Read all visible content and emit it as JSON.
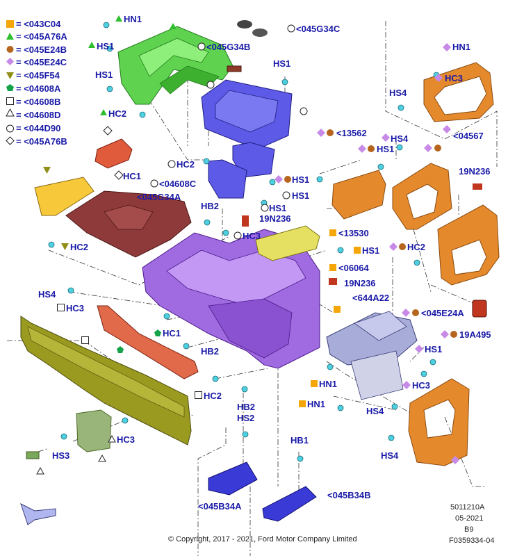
{
  "legend": [
    {
      "symbol": "square-orange",
      "text": "= <043C04"
    },
    {
      "symbol": "triangle-green",
      "text": "= <045A76A"
    },
    {
      "symbol": "circle-brown",
      "text": "= <045E24B"
    },
    {
      "symbol": "diamond-violet",
      "text": "= <045E24C"
    },
    {
      "symbol": "triangle-down-olive",
      "text": "= <045F54"
    },
    {
      "symbol": "pentagon-green",
      "text": "= <04608A"
    },
    {
      "symbol": "square-open",
      "text": "= <04608B"
    },
    {
      "symbol": "triangle-open",
      "text": "= <04608D"
    },
    {
      "symbol": "circle-open",
      "text": "= <044D90"
    },
    {
      "symbol": "diamond-open",
      "text": "= <045A76B"
    }
  ],
  "callouts": {
    "hn1_top": "HN1",
    "hs1_tl": "HS1",
    "hs1_left": "HS1",
    "hc2_tl": "HC2",
    "hc1_left": "HC1",
    "p045g34c": "<045G34C",
    "p045g34b": "<045G34B",
    "hs1_mid": "HS1",
    "hc2_mid": "HC2",
    "p04608c": "<04608C",
    "p045g34a": "<045G34A",
    "hb2_a": "HB2",
    "hs1_b": "HS1",
    "n19n236_a": "19N236",
    "hc3_mid": "HC3",
    "hc2_olive": "HC2",
    "hs4_left": "HS4",
    "hc3_left": "HC3",
    "hc1_mid": "HC1",
    "hb2_b": "HB2",
    "hc2_bot": "HC2",
    "hb2_c": "HB2",
    "hs2": "HS2",
    "hs3": "HS3",
    "hc3_bot": "HC3",
    "p045b34a": "<045B34A",
    "hb1": "HB1",
    "p045b34b": "<045B34B",
    "hs1_r1": "HS1",
    "hs1_r2": "HS1",
    "p13530": "<13530",
    "hs1_r3": "HS1",
    "p06064": "<06064",
    "n19n236_b": "19N236",
    "p644a22": "<644A22",
    "hn1_b": "HN1",
    "hn1_c": "HN1",
    "hs4_b": "HS4",
    "hn1_tr": "HN1",
    "hc3_tr": "HC3",
    "hs4_tr": "HS4",
    "p04567": "<04567",
    "p13562": "<13562",
    "hs4_r": "HS4",
    "hs1_r4": "HS1",
    "n19n236_c": "19N236",
    "hc2_r": "HC2",
    "p045e24a": "<045E24A",
    "n19a495": "19A495",
    "hs1_r5": "HS1",
    "hc3_r": "HC3",
    "hs4_br": "HS4"
  },
  "meta": {
    "ref": "5011210A",
    "date": "05-2021",
    "rev": "B9",
    "fig": "F0359334-04",
    "copyright": "© Copyright, 2017 - 2021, Ford Motor Company Limited"
  }
}
